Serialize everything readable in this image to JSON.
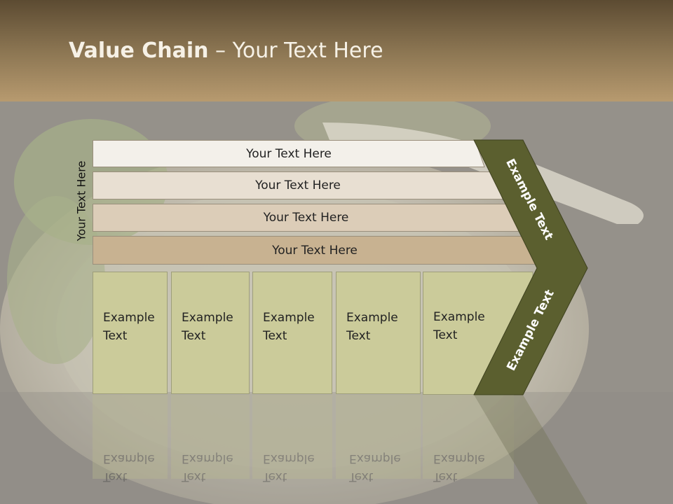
{
  "title": {
    "bold": "Value Chain",
    "rest": " – Your Text Here"
  },
  "side_label": "Your Text Here",
  "bars": [
    {
      "label": "Your Text Here",
      "color": "#f3f0ea"
    },
    {
      "label": "Your Text Here",
      "color": "#e8dfd2"
    },
    {
      "label": "Your Text Here",
      "color": "#dccdb8"
    },
    {
      "label": "Your Text Here",
      "color": "#c8b291"
    }
  ],
  "cells": [
    {
      "line1": "Example",
      "line2": "Text"
    },
    {
      "line1": "Example",
      "line2": "Text"
    },
    {
      "line1": "Example",
      "line2": "Text"
    },
    {
      "line1": "Example",
      "line2": "Text"
    },
    {
      "line1": "Example",
      "line2": "Text"
    }
  ],
  "arrow": {
    "upper": "Example Text",
    "lower": "Example Text",
    "color": "#5b5f2f"
  },
  "cell_color": "#cbcb9a"
}
